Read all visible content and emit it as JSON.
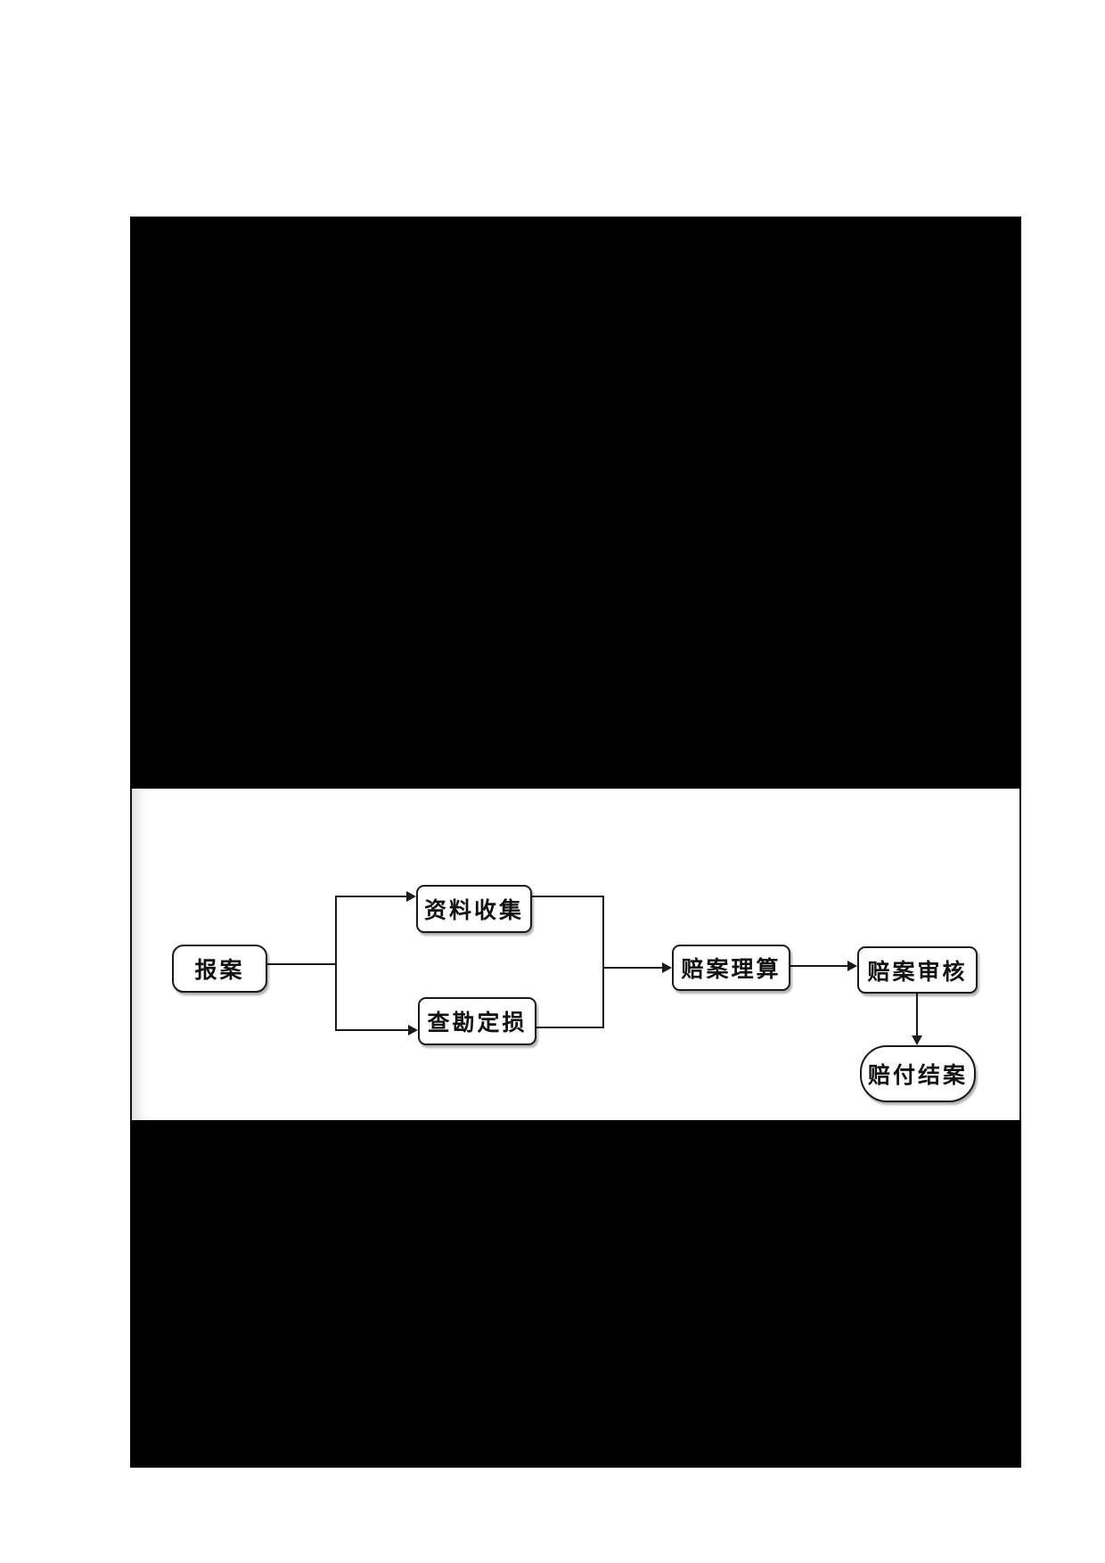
{
  "page": {
    "background": "#ffffff",
    "redaction_color": "#000000"
  },
  "diagram": {
    "title": "",
    "type": "flowchart",
    "nodes": [
      {
        "id": "report-case",
        "label": "报案",
        "shape": "rounded-rect"
      },
      {
        "id": "data-collection",
        "label": "资料收集",
        "shape": "rect"
      },
      {
        "id": "survey-loss-assessment",
        "label": "查勘定损",
        "shape": "rect"
      },
      {
        "id": "claim-adjustment",
        "label": "赔案理算",
        "shape": "rect"
      },
      {
        "id": "claim-review",
        "label": "赔案审核",
        "shape": "rect"
      },
      {
        "id": "settlement-closure",
        "label": "赔付结案",
        "shape": "stadium"
      }
    ],
    "edges": [
      {
        "from": "报案",
        "to": "资料收集",
        "arrow": true
      },
      {
        "from": "报案",
        "to": "查勘定损",
        "arrow": true
      },
      {
        "from": "资料收集",
        "to": "赔案理算",
        "arrow": true
      },
      {
        "from": "查勘定损",
        "to": "赔案理算",
        "arrow": true
      },
      {
        "from": "赔案理算",
        "to": "赔案审核",
        "arrow": true
      },
      {
        "from": "赔案审核",
        "to": "赔付结案",
        "arrow": true
      }
    ],
    "colors": {
      "node_border": "#1a1a1a",
      "node_fill": "#ffffff",
      "connector": "#1a1a1a"
    }
  }
}
